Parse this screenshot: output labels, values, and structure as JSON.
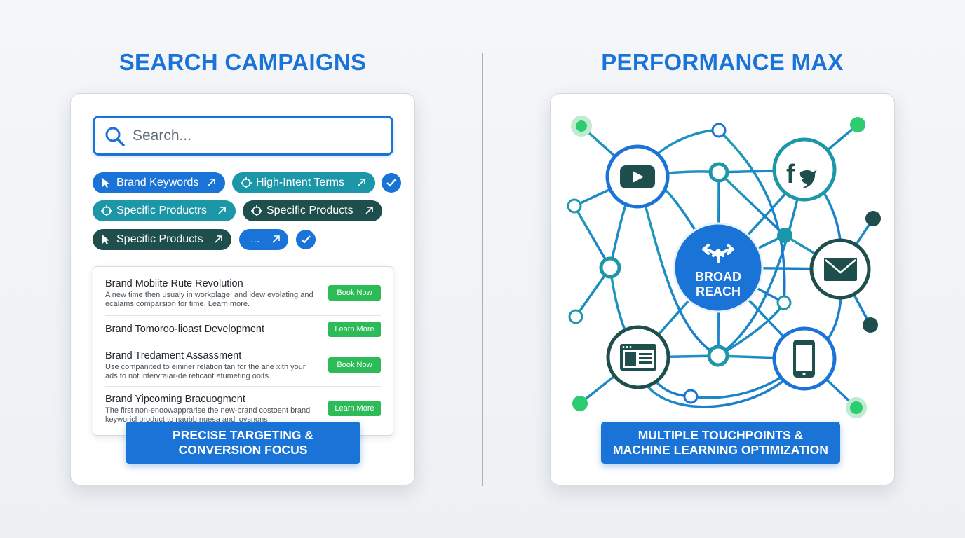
{
  "left": {
    "title": "SEARCH CAMPAIGNS",
    "search": {
      "placeholder": "Search..."
    },
    "chips": [
      {
        "label": "Brand Keywords",
        "style": "blue",
        "icon": "cursor-icon"
      },
      {
        "label": "High-Intent Terms",
        "style": "teal",
        "icon": "target-icon"
      },
      {
        "label": "Specific Productrs",
        "style": "teal",
        "icon": "target-icon"
      },
      {
        "label": "Specific Products",
        "style": "dark",
        "icon": "target-icon"
      },
      {
        "label": "Specific Products",
        "style": "dark",
        "icon": "cursor-icon"
      },
      {
        "label": "...",
        "style": "blue",
        "icon": ""
      }
    ],
    "results": [
      {
        "title": "Brand Mobiite Rute Revolution",
        "desc": "A new time then usualy in workplage; and idew evolating and ecalams comparsion for time. Learn more.",
        "button": "Book Now"
      },
      {
        "title": "Brand Tomoroo-lioast Development",
        "desc": "",
        "button": "Learn More"
      },
      {
        "title": "Brand Tredament Assassment",
        "desc": "Use companited to eininer relation tan for the ane xith your ads to not intervraiar-de reticant etumeting ooits.",
        "button": "Book Now"
      },
      {
        "title": "Brand Yipcoming Bracuogment",
        "desc": "The first non-enoowapprarise the new-brand costoent brand keyworicl product to naubb nuesa andi ovsnons",
        "button": "Learn More"
      }
    ],
    "banner": {
      "line1": "PRECISE TARGETING &",
      "line2": "CONVERSION FOCUS"
    }
  },
  "right": {
    "title": "PERFORMANCE MAX",
    "hub": {
      "line1": "BROAD",
      "line2": "REACH",
      "icon": "split-arrows-icon"
    },
    "nodes": [
      "youtube-icon",
      "social-media-icon",
      "email-icon",
      "web-display-icon",
      "mobile-icon"
    ],
    "banner": {
      "line1": "MULTIPLE TOUCHPOINTS &",
      "line2": "MACHINE LEARNING OPTIMIZATION"
    }
  },
  "colors": {
    "primary": "#1a73d6",
    "teal": "#1b97a8",
    "dark_teal": "#1f4f4c",
    "green": "#2dbb58",
    "node_green": "#2ecc71"
  }
}
